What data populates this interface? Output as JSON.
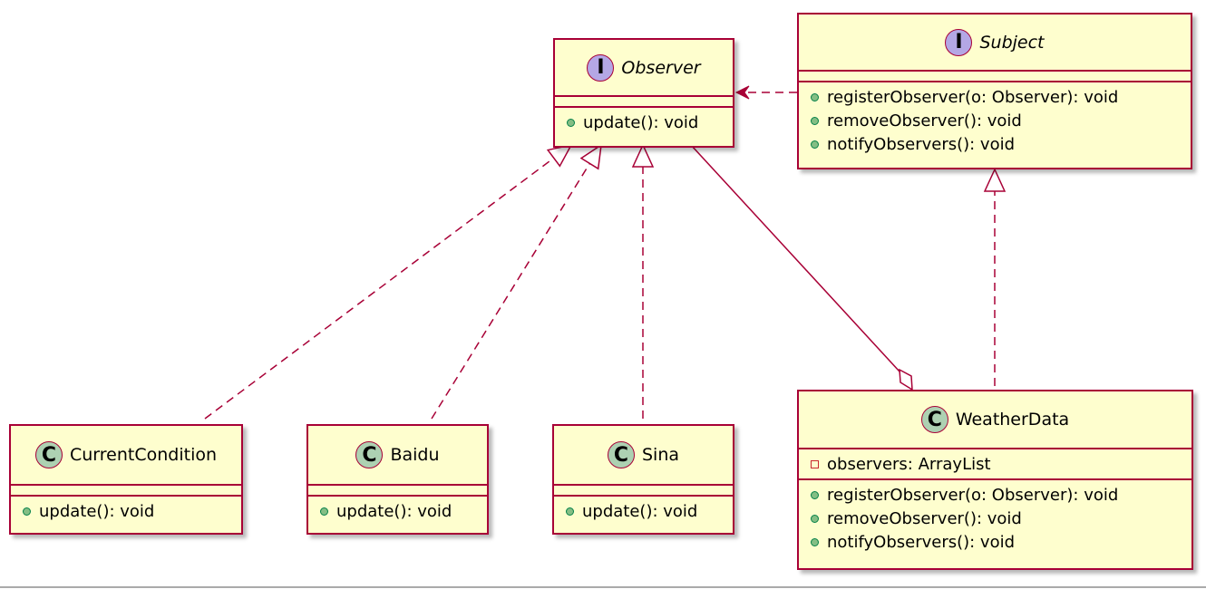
{
  "colors": {
    "border": "#a80036",
    "class_fill": "#fefece",
    "class_badge": "#add1b2",
    "interface_badge": "#b4a7e5",
    "public_marker": "#84be84",
    "private_marker": "#c82930"
  },
  "classes": {
    "observer": {
      "kind": "interface",
      "badge": "I",
      "name": "Observer",
      "fields": [],
      "methods": [
        {
          "vis": "public",
          "text": "update(): void"
        }
      ]
    },
    "subject": {
      "kind": "interface",
      "badge": "I",
      "name": "Subject",
      "fields": [],
      "methods": [
        {
          "vis": "public",
          "text": "registerObserver(o: Observer): void"
        },
        {
          "vis": "public",
          "text": "removeObserver(): void"
        },
        {
          "vis": "public",
          "text": "notifyObservers(): void"
        }
      ]
    },
    "currentcondition": {
      "kind": "class",
      "badge": "C",
      "name": "CurrentCondition",
      "fields": [],
      "methods": [
        {
          "vis": "public",
          "text": "update(): void"
        }
      ]
    },
    "baidu": {
      "kind": "class",
      "badge": "C",
      "name": "Baidu",
      "fields": [],
      "methods": [
        {
          "vis": "public",
          "text": "update(): void"
        }
      ]
    },
    "sina": {
      "kind": "class",
      "badge": "C",
      "name": "Sina",
      "fields": [],
      "methods": [
        {
          "vis": "public",
          "text": "update(): void"
        }
      ]
    },
    "weatherdata": {
      "kind": "class",
      "badge": "C",
      "name": "WeatherData",
      "fields": [
        {
          "vis": "private",
          "text": "observers: ArrayList"
        }
      ],
      "methods": [
        {
          "vis": "public",
          "text": "registerObserver(o: Observer): void"
        },
        {
          "vis": "public",
          "text": "removeObserver(): void"
        },
        {
          "vis": "public",
          "text": "notifyObservers(): void"
        }
      ]
    }
  },
  "relations": [
    {
      "type": "dependency",
      "from": "subject",
      "to": "observer"
    },
    {
      "type": "realization",
      "from": "currentcondition",
      "to": "observer"
    },
    {
      "type": "realization",
      "from": "baidu",
      "to": "observer"
    },
    {
      "type": "realization",
      "from": "sina",
      "to": "observer"
    },
    {
      "type": "realization",
      "from": "weatherdata",
      "to": "subject"
    },
    {
      "type": "aggregation",
      "from": "observer",
      "to": "weatherdata"
    }
  ]
}
